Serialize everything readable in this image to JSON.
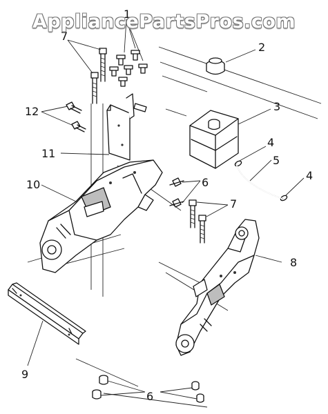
{
  "watermark": "AppliancePartsPros.com",
  "callouts": {
    "n1": "1",
    "n2": "2",
    "n3": "3",
    "n4a": "4",
    "n4b": "4",
    "n5": "5",
    "n6a": "6",
    "n6b": "6",
    "n7a": "7",
    "n7b": "7",
    "n8": "8",
    "n9": "9",
    "n10": "10",
    "n11": "11",
    "n12": "12"
  },
  "colors": {
    "ink": "#111111",
    "background": "#ffffff",
    "watermark_outline": "#777777"
  }
}
